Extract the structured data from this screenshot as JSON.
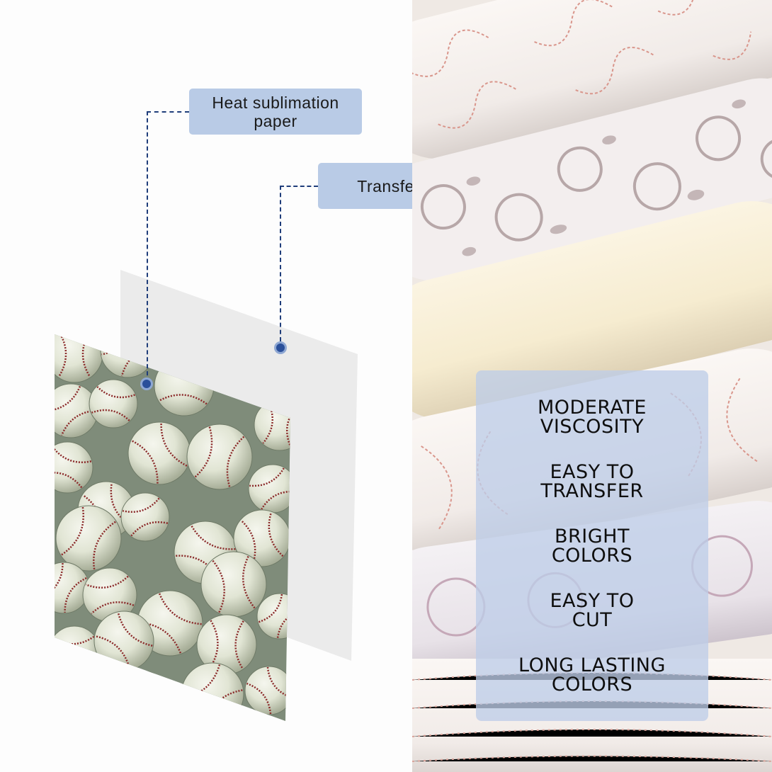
{
  "callouts": {
    "paper": "Heat sublimation paper",
    "film": "Transfer film"
  },
  "features": [
    "MODERATE VISCOSITY",
    "EASY TO TRANSFER",
    "BRIGHT COLORS",
    "EASY TO CUT",
    "LONG LASTING COLORS"
  ],
  "colors": {
    "callout_bg": "#b9cbe6",
    "leader_line": "#1f3d7a",
    "feature_panel_bg": "#becde8",
    "baseball_bg": "#7f8c7a",
    "seam": "#8b2a2a"
  }
}
